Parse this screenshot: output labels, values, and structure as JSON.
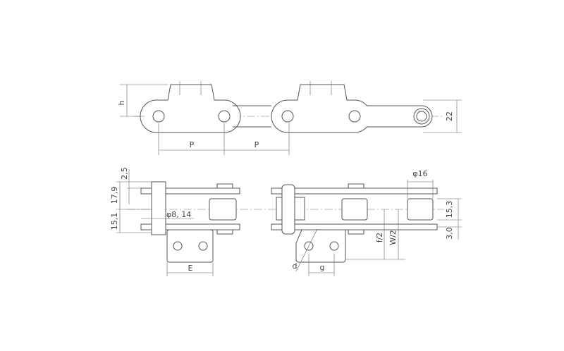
{
  "top_view": {
    "height_label": "h",
    "width_label": "22",
    "pitch_label_1": "P",
    "pitch_label_2": "P"
  },
  "bottom_view": {
    "dim_2_5": "2,5",
    "dim_17_9": "17,9",
    "dim_15_1": "15,1",
    "pin_diameter": "φ8, 14",
    "attachment_e": "E",
    "hole_d": "d",
    "hole_spacing_g": "g",
    "half_f": "f/2",
    "half_w": "W/2",
    "roller_diameter": "φ16",
    "dim_15_3": "15,3",
    "dim_3_0": "3,0"
  }
}
